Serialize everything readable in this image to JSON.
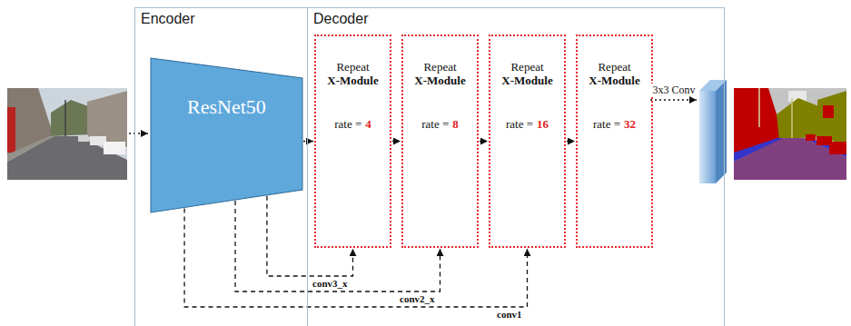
{
  "diagram": {
    "nodes": [
      {
        "text": [
          "Encoder"
        ]
      },
      {
        "text": [
          "ResNet50"
        ],
        "in": 0
      },
      {
        "text": [
          "Decoder"
        ]
      },
      {
        "text": [
          "Repeat",
          "X-Module",
          "rate =",
          "4"
        ],
        "in": 2
      },
      {
        "text": [
          "Repeat",
          "X-Module",
          "rate =",
          "8"
        ],
        "in": 2
      },
      {
        "text": [
          "Repeat",
          "X-Module",
          "rate =",
          "16"
        ],
        "in": 2
      },
      {
        "text": [
          "Repeat",
          "X-Module",
          "rate =",
          "32"
        ],
        "in": 2
      }
    ],
    "edges": [
      {
        "from": 1,
        "to": 3,
        "arrow": "to"
      },
      {
        "from": 3,
        "to": 4,
        "arrow": "to"
      },
      {
        "from": 4,
        "to": 5,
        "arrow": "to"
      },
      {
        "from": 5,
        "to": 6,
        "arrow": "to"
      },
      {
        "from": 1,
        "to": 3,
        "arrow": "to",
        "label": "conv3_x"
      },
      {
        "from": 1,
        "to": 4,
        "arrow": "to",
        "label": "conv2_x"
      },
      {
        "from": 1,
        "to": 5,
        "arrow": "to",
        "label": "conv1"
      }
    ],
    "labels": [
      "3x3 Conv"
    ]
  }
}
